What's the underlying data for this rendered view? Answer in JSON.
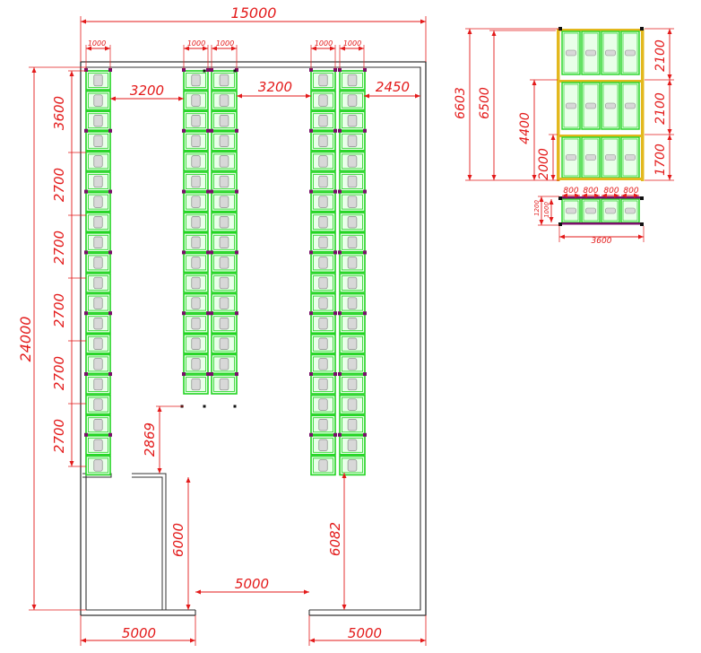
{
  "colors": {
    "wall": "#333333",
    "dimension": "#e31a1a",
    "pallet": "#22d422",
    "pallet_inner": "#e9ffe9",
    "label_box": "#d8d8d8",
    "upright_joint": "#7a0f6a",
    "post": "#111111",
    "rack_frame": "#e3b81e"
  },
  "plan": {
    "width_total": "15000",
    "height_total": "24000",
    "rack_widths": [
      "1000",
      "1000",
      "1000",
      "1000",
      "1000"
    ],
    "aisle_1": "3200",
    "aisle_2": "3200",
    "right_clearance": "2450",
    "bay_lengths": [
      "3600",
      "2700",
      "2700",
      "2700",
      "2700",
      "2700"
    ],
    "middle_rack_to_wall": "2869",
    "partition_length": "6000",
    "right_rack_to_wall": "6082",
    "door_width": "5000",
    "bottom_left": "5000",
    "bottom_right": "5000"
  },
  "elevation": {
    "total_height": "6603",
    "beam_top_height": "6500",
    "level_sum": "4400",
    "bottom_level": "2000",
    "level_gaps": [
      "2100",
      "2100",
      "1700"
    ]
  },
  "section": {
    "pallet_widths": [
      "800",
      "800",
      "800",
      "800"
    ],
    "depth_a": "1200",
    "depth_b": "1000",
    "bay_length": "3600"
  }
}
